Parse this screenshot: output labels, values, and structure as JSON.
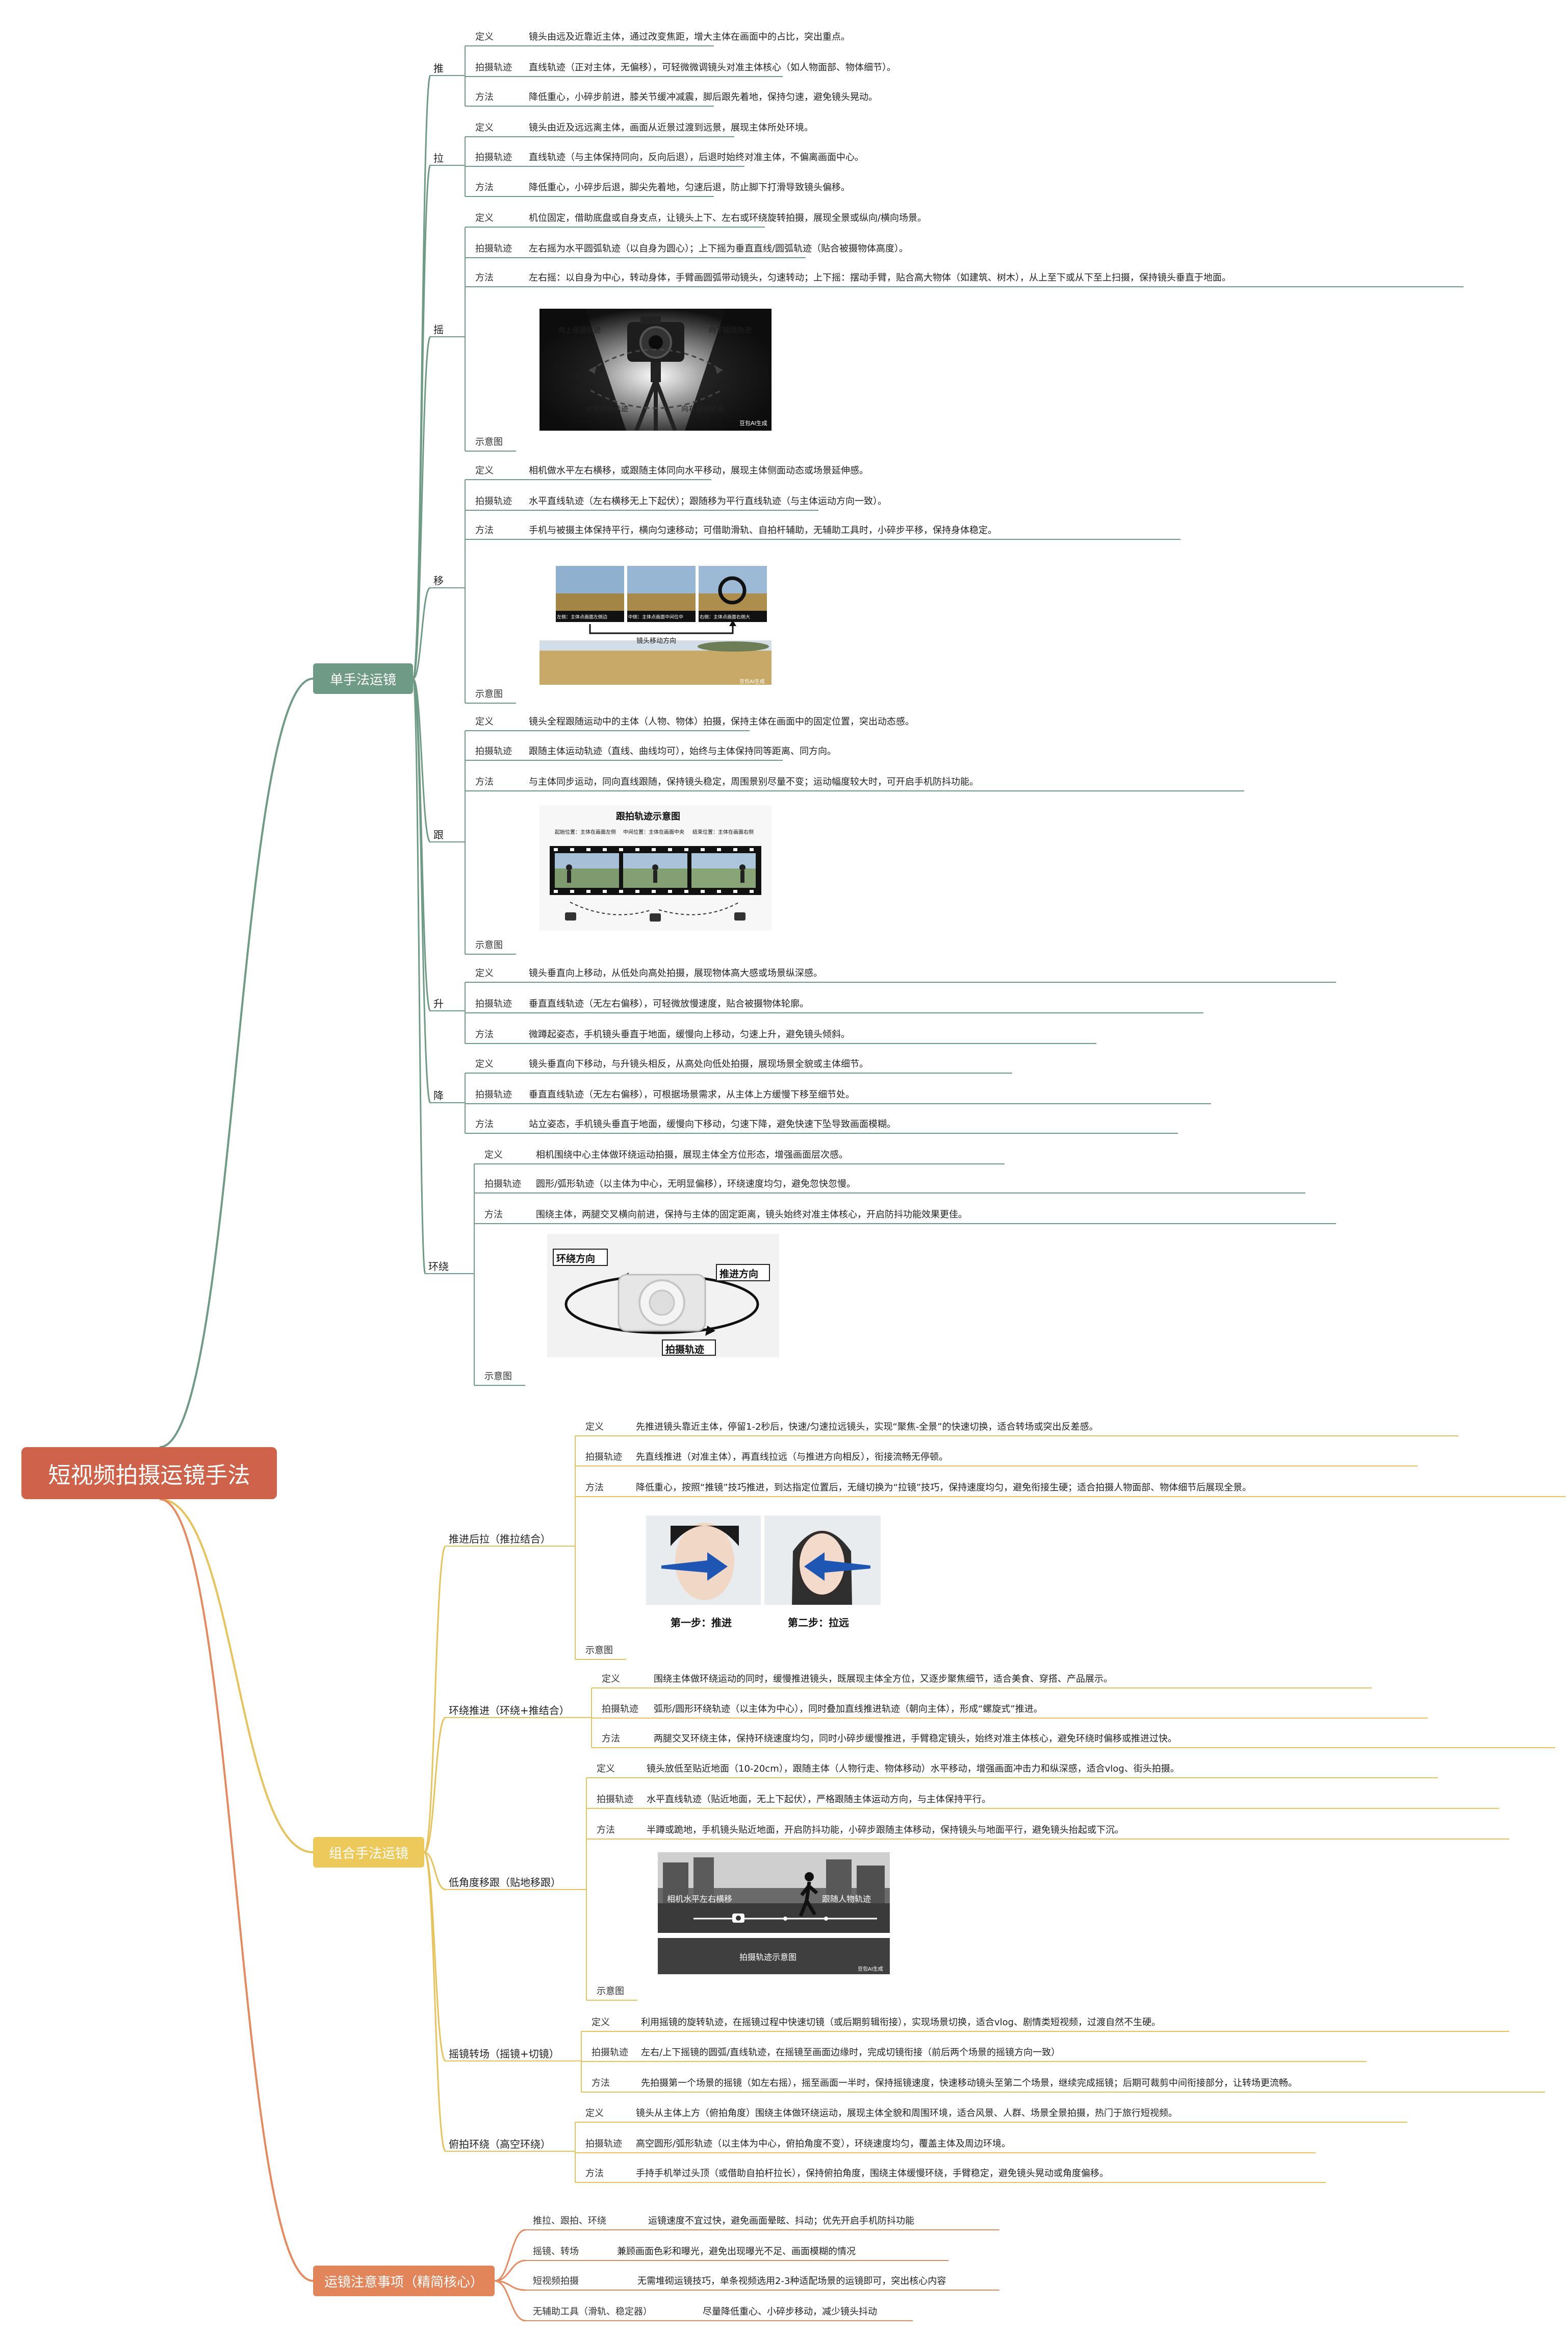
{
  "root": {
    "title": "短视频拍摄运镜手法"
  },
  "colors": {
    "root": "#cf624a",
    "single": "#6e9a86",
    "combo": "#ecc95a",
    "notes": "#e3855b",
    "single_line": "#6e9a86",
    "combo_line": "#e7c35d",
    "notes_line": "#e58a5f"
  },
  "single": {
    "label": "单手法运镜",
    "techniques": [
      {
        "name": "推",
        "rows": [
          {
            "label": "定义",
            "text": "镜头由远及近靠近主体，通过改变焦距，增大主体在画面中的占比，突出重点。"
          },
          {
            "label": "拍摄轨迹",
            "text": "直线轨迹（正对主体，无偏移），可轻微微调镜头对准主体核心（如人物面部、物体细节）。"
          },
          {
            "label": "方法",
            "text": "降低重心，小碎步前进，膝关节缓冲减震，脚后跟先着地，保持匀速，避免镜头晃动。"
          }
        ]
      },
      {
        "name": "拉",
        "rows": [
          {
            "label": "定义",
            "text": "镜头由近及远远离主体，画面从近景过渡到远景，展现主体所处环境。"
          },
          {
            "label": "拍摄轨迹",
            "text": "直线轨迹（与主体保持同向，反向后退），后退时始终对准主体，不偏离画面中心。"
          },
          {
            "label": "方法",
            "text": "降低重心，小碎步后退，脚尖先着地，匀速后退，防止脚下打滑导致镜头偏移。"
          }
        ]
      },
      {
        "name": "摇",
        "rows": [
          {
            "label": "定义",
            "text": "机位固定，借助底盘或自身支点，让镜头上下、左右或环绕旋转拍摄，展现全景或纵向/横向场景。"
          },
          {
            "label": "拍摄轨迹",
            "text": "左右摇为水平圆弧轨迹（以自身为圆心）；上下摇为垂直直线/圆弧轨迹（贴合被摄物体高度）。"
          },
          {
            "label": "方法",
            "text": "左右摇：以自身为中心，转动身体，手臂画圆弧带动镜头，匀速转动；上下摇：摆动手臂，贴合高大物体（如建筑、树木），从上至下或从下至上扫摄，保持镜头垂直于地面。"
          }
        ],
        "figure": {
          "caption": "示意图",
          "labels": [
            "向上摇摄轨迹",
            "向下摇摄轨迹",
            "向左摇摄轨迹",
            "向右摇摄轨迹"
          ],
          "mark": "豆包AI生成"
        }
      },
      {
        "name": "移",
        "rows": [
          {
            "label": "定义",
            "text": "相机做水平左右横移，或跟随主体同向水平移动，展现主体侧面动态或场景延伸感。"
          },
          {
            "label": "拍摄轨迹",
            "text": "水平直线轨迹（左右横移无上下起伏）；跟随移为平行直线轨迹（与主体运动方向一致）。"
          },
          {
            "label": "方法",
            "text": "手机与被摄主体保持平行，横向匀速移动；可借助滑轨、自拍杆辅助，无辅助工具时，小碎步平移，保持身体稳定。"
          }
        ],
        "figure": {
          "caption": "示意图",
          "panels": [
            "左侧：主体点画面左侧边",
            "中侧：主体点画面中间位中",
            "右侧：主体点画面右侧大"
          ],
          "direction": "镜头移动方向",
          "mark": "豆包AI生成"
        }
      },
      {
        "name": "跟",
        "rows": [
          {
            "label": "定义",
            "text": "镜头全程跟随运动中的主体（人物、物体）拍摄，保持主体在画面中的固定位置，突出动态感。"
          },
          {
            "label": "拍摄轨迹",
            "text": "跟随主体运动轨迹（直线、曲线均可），始终与主体保持同等距离、同方向。"
          },
          {
            "label": "方法",
            "text": "与主体同步运动，同向直线跟随，保持镜头稳定，周围景别尽量不变；运动幅度较大时，可开启手机防抖功能。"
          }
        ],
        "figure": {
          "caption": "示意图",
          "title": "跟拍轨迹示意图",
          "positions": [
            "起始位置：主体在画面左侧",
            "中间位置：主体在画面中央",
            "结束位置：主体在画面右侧"
          ]
        }
      },
      {
        "name": "升",
        "rows": [
          {
            "label": "定义",
            "text": "镜头垂直向上移动，从低处向高处拍摄，展现物体高大感或场景纵深感。"
          },
          {
            "label": "拍摄轨迹",
            "text": "垂直直线轨迹（无左右偏移），可轻微放慢速度，贴合被摄物体轮廓。"
          },
          {
            "label": "方法",
            "text": "微蹲起姿态，手机镜头垂直于地面，缓慢向上移动，匀速上升，避免镜头倾斜。"
          }
        ]
      },
      {
        "name": "降",
        "rows": [
          {
            "label": "定义",
            "text": "镜头垂直向下移动，与升镜头相反，从高处向低处拍摄，展现场景全貌或主体细节。"
          },
          {
            "label": "拍摄轨迹",
            "text": "垂直直线轨迹（无左右偏移），可根据场景需求，从主体上方缓慢下移至细节处。"
          },
          {
            "label": "方法",
            "text": "站立姿态，手机镜头垂直于地面，缓慢向下移动，匀速下降，避免快速下坠导致画面模糊。"
          }
        ]
      },
      {
        "name": "环绕",
        "rows": [
          {
            "label": "定义",
            "text": "相机围绕中心主体做环绕运动拍摄，展现主体全方位形态，增强画面层次感。"
          },
          {
            "label": "拍摄轨迹",
            "text": "圆形/弧形轨迹（以主体为中心，无明显偏移），环绕速度均匀，避免忽快忽慢。"
          },
          {
            "label": "方法",
            "text": "围绕主体，两腿交叉横向前进，保持与主体的固定距离，镜头始终对准主体核心，开启防抖功能效果更佳。"
          }
        ],
        "figure": {
          "caption": "示意图",
          "labels": [
            "环绕方向",
            "推进方向",
            "拍摄轨迹"
          ]
        }
      }
    ]
  },
  "combo": {
    "label": "组合手法运镜",
    "techniques": [
      {
        "name": "推进后拉（推拉结合）",
        "rows": [
          {
            "label": "定义",
            "text": "先推进镜头靠近主体，停留1-2秒后，快速/匀速拉远镜头，实现“聚焦-全景”的快速切换，适合转场或突出反差感。"
          },
          {
            "label": "拍摄轨迹",
            "text": "先直线推进（对准主体），再直线拉远（与推进方向相反），衔接流畅无停顿。"
          },
          {
            "label": "方法",
            "text": "降低重心，按照“推镜”技巧推进，到达指定位置后，无缝切换为“拉镜”技巧，保持速度均匀，避免衔接生硬；适合拍摄人物面部、物体细节后展现全景。"
          }
        ],
        "figure": {
          "caption": "示意图",
          "steps": [
            "第一步：推进",
            "第二步：拉远"
          ]
        }
      },
      {
        "name": "环绕推进（环绕+推结合）",
        "rows": [
          {
            "label": "定义",
            "text": "围绕主体做环绕运动的同时，缓慢推进镜头，既展现主体全方位，又逐步聚焦细节，适合美食、穿搭、产品展示。"
          },
          {
            "label": "拍摄轨迹",
            "text": "弧形/圆形环绕轨迹（以主体为中心），同时叠加直线推进轨迹（朝向主体），形成“螺旋式”推进。"
          },
          {
            "label": "方法",
            "text": "两腿交叉环绕主体，保持环绕速度均匀，同时小碎步缓慢推进，手臂稳定镜头，始终对准主体核心，避免环绕时偏移或推进过快。"
          }
        ]
      },
      {
        "name": "低角度移跟（贴地移跟）",
        "rows": [
          {
            "label": "定义",
            "text": "镜头放低至贴近地面（10-20cm），跟随主体（人物行走、物体移动）水平移动，增强画面冲击力和纵深感，适合vlog、街头拍摄。"
          },
          {
            "label": "拍摄轨迹",
            "text": "水平直线轨迹（贴近地面，无上下起伏），严格跟随主体运动方向，与主体保持平行。"
          },
          {
            "label": "方法",
            "text": "半蹲或跪地，手机镜头贴近地面，开启防抖功能，小碎步跟随主体移动，保持镜头与地面平行，避免镜头抬起或下沉。"
          }
        ],
        "figure": {
          "caption": "示意图",
          "labels": [
            "相机水平左右横移",
            "跟随人物轨迹",
            "拍摄轨迹示意图"
          ],
          "mark": "豆包AI生成"
        }
      },
      {
        "name": "摇镜转场（摇镜+切镜）",
        "rows": [
          {
            "label": "定义",
            "text": "利用摇镜的旋转轨迹，在摇镜过程中快速切镜（或后期剪辑衔接），实现场景切换，适合vlog、剧情类短视频，过渡自然不生硬。"
          },
          {
            "label": "拍摄轨迹",
            "text": "左右/上下摇镜的圆弧/直线轨迹，在摇镜至画面边缘时，完成切镜衔接（前后两个场景的摇镜方向一致）"
          },
          {
            "label": "方法",
            "text": "先拍摄第一个场景的摇镜（如左右摇），摇至画面一半时，保持摇镜速度，快速移动镜头至第二个场景，继续完成摇镜；后期可裁剪中间衔接部分，让转场更流畅。"
          }
        ]
      },
      {
        "name": "俯拍环绕（高空环绕）",
        "rows": [
          {
            "label": "定义",
            "text": "镜头从主体上方（俯拍角度）围绕主体做环绕运动，展现主体全貌和周围环境，适合风景、人群、场景全景拍摄，热门于旅行短视频。"
          },
          {
            "label": "拍摄轨迹",
            "text": "高空圆形/弧形轨迹（以主体为中心，俯拍角度不变），环绕速度均匀，覆盖主体及周边环境。"
          },
          {
            "label": "方法",
            "text": "手持手机举过头顶（或借助自拍杆拉长），保持俯拍角度，围绕主体缓慢环绕，手臂稳定，避免镜头晃动或角度偏移。"
          }
        ]
      }
    ]
  },
  "notes": {
    "label": "运镜注意事项（精简核心）",
    "items": [
      {
        "key": "推拉、跟拍、环绕",
        "text": "运镜速度不宜过快，避免画面晕眩、抖动；优先开启手机防抖功能"
      },
      {
        "key": "摇镜、转场",
        "text": "兼顾画面色彩和曝光，避免出现曝光不足、画面模糊的情况"
      },
      {
        "key": "短视频拍摄",
        "text": "无需堆砌运镜技巧，单条视频选用2-3种适配场景的运镜即可，突出核心内容"
      },
      {
        "key": "无辅助工具（滑轨、稳定器）",
        "text": "尽量降低重心、小碎步移动，减少镜头抖动"
      }
    ]
  }
}
